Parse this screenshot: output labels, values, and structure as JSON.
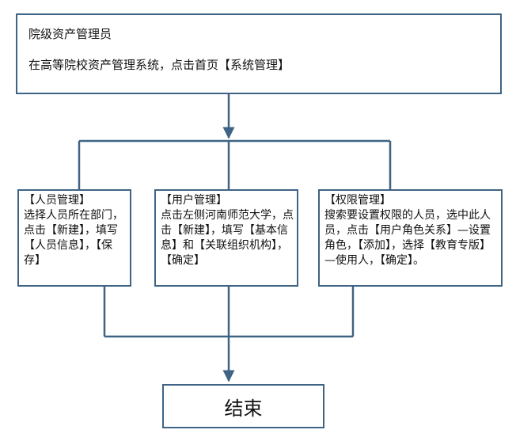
{
  "colors": {
    "border": "#3e6384",
    "text": "#111111",
    "background": "#ffffff"
  },
  "start_box": {
    "role": "院级资产管理员",
    "instruction": "在高等院校资产管理系统，点击首页【系统管理】"
  },
  "steps": [
    {
      "title": "【人员管理】",
      "body": "选择人员所在部门，点击【新建】，填写【人员信息】，【保存】"
    },
    {
      "title": "【用户管理】",
      "body": "点击左侧河南师范大学，点击【新建】，填写【基本信息】和【关联组织机构】，【确定】"
    },
    {
      "title": "【权限管理】",
      "body": "搜索要设置权限的人员，选中此人员，点击【用户角色关系】—设置角色，【添加】，选择【教育专版】—使用人，【确定】。"
    }
  ],
  "end_box": {
    "label": "结束"
  }
}
